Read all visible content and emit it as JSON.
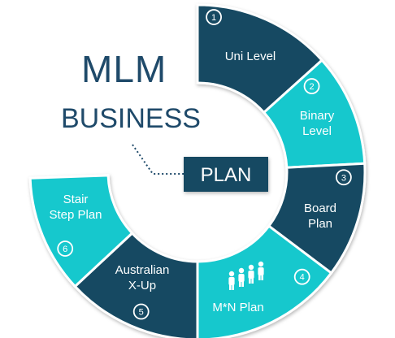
{
  "title": {
    "line1": "MLM",
    "line2": "BUSINESS"
  },
  "badge": {
    "label": "PLAN"
  },
  "segments": [
    {
      "number": "1",
      "lines": [
        "Uni Level"
      ],
      "color": "#124a62"
    },
    {
      "number": "2",
      "lines": [
        "Binary",
        "Level"
      ],
      "color": "#19c8cd"
    },
    {
      "number": "3",
      "lines": [
        "Board",
        "Plan"
      ],
      "color": "#124a62"
    },
    {
      "number": "4",
      "lines": [
        "M*N Plan"
      ],
      "color": "#19c8cd",
      "icon": "people-icon"
    },
    {
      "number": "5",
      "lines": [
        "Australian",
        "X-Up"
      ],
      "color": "#124a62"
    },
    {
      "number": "6",
      "lines": [
        "Stair",
        "Step Plan"
      ],
      "color": "#19c8cd"
    }
  ],
  "colors": {
    "dark": "#124a62",
    "accent": "#19c8cd",
    "title": "#1f4a6a",
    "dots": "#1f4a6a"
  }
}
